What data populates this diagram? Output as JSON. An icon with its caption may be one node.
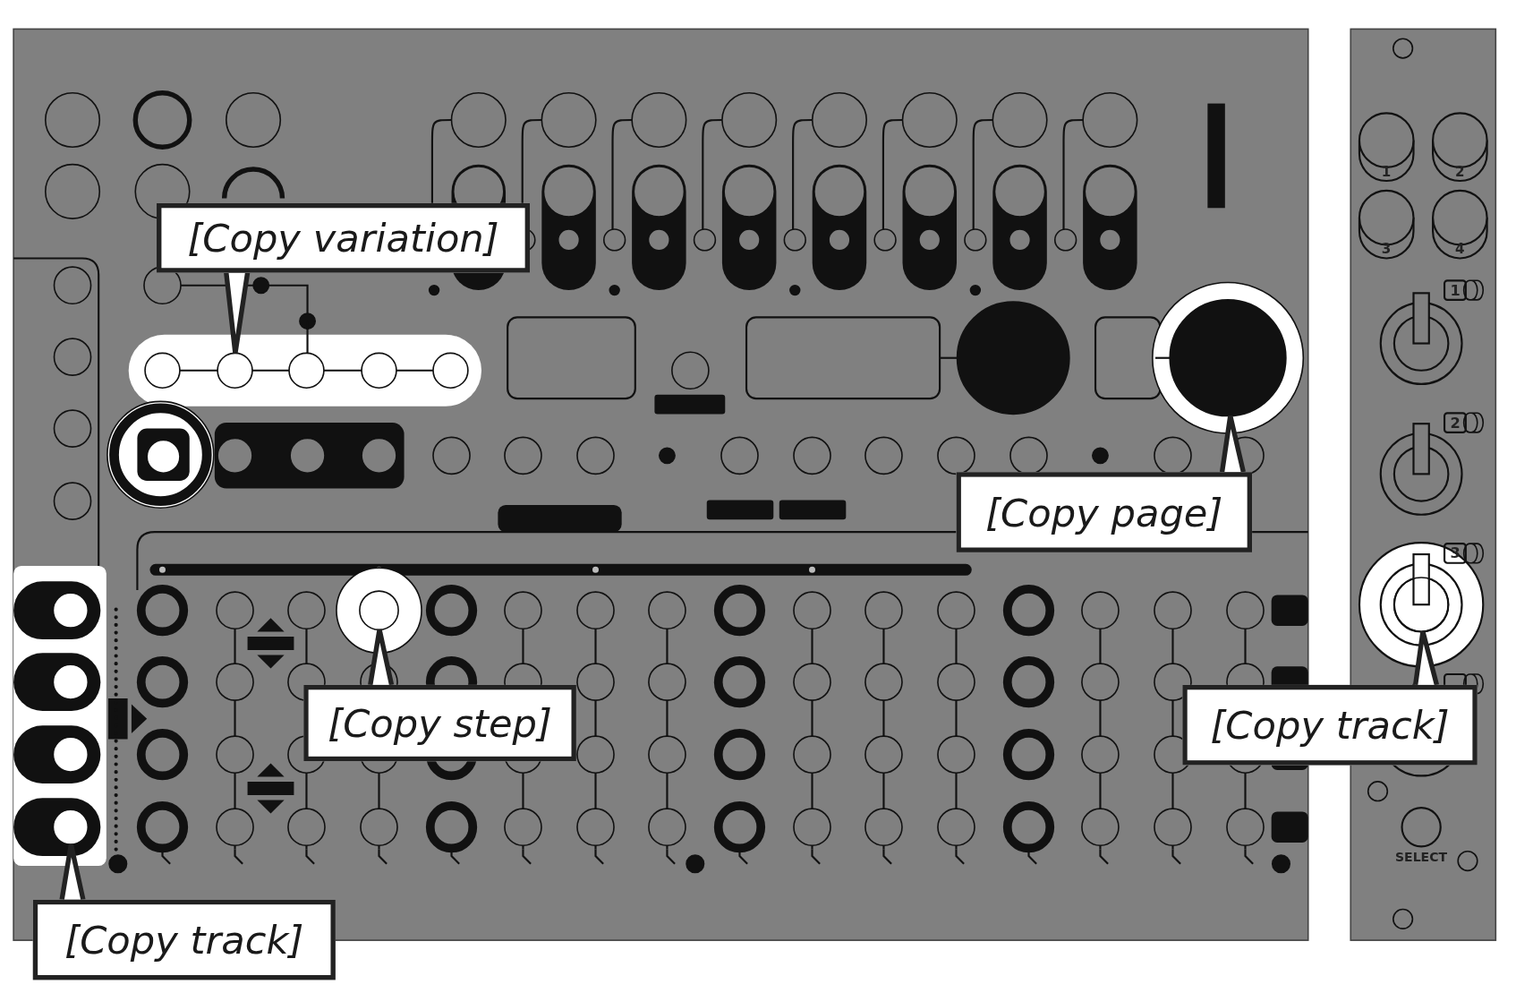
{
  "diagram": {
    "nodes": [
      {
        "text": [
          "[Copy variation]"
        ]
      },
      {
        "text": [],
        "shape": "circle"
      },
      {
        "text": [
          "[Copy page]"
        ]
      },
      {
        "text": [],
        "shape": "circle"
      },
      {
        "text": [
          "[Copy step]"
        ]
      },
      {
        "text": [],
        "shape": "circle"
      },
      {
        "text": [
          "[Copy track]"
        ]
      },
      {
        "text": [],
        "shape": "circle"
      },
      {
        "text": [
          "[Copy track]"
        ]
      },
      {
        "text": [],
        "shape": "circle"
      }
    ],
    "edges": [
      {
        "from": 0,
        "to": 1,
        "arrow": "none"
      },
      {
        "from": 2,
        "to": 3,
        "arrow": "none"
      },
      {
        "from": 4,
        "to": 5,
        "arrow": "none"
      },
      {
        "from": 6,
        "to": 7,
        "arrow": "none"
      },
      {
        "from": 8,
        "to": 9,
        "arrow": "none"
      }
    ],
    "labels": [
      "1",
      "2",
      "3",
      "4",
      "1",
      "2",
      "3",
      "SELECT"
    ]
  }
}
